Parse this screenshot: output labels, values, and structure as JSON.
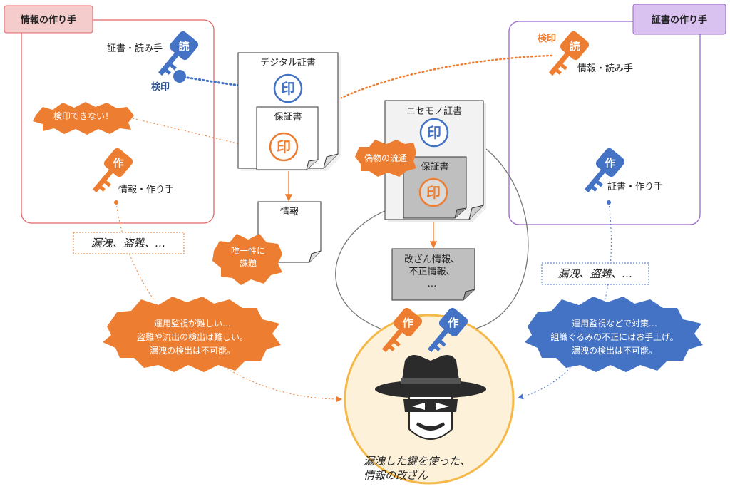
{
  "colors": {
    "orange": "#ED7D31",
    "blue": "#4472C4",
    "purple": "#9966CC",
    "red_border": "#E06666",
    "label_pink": "#F4CCCC",
    "label_lavender": "#D9C2F0",
    "sun": "#FDF1DA",
    "sun_border": "#F5B94A",
    "gray": "#BFBFBF"
  },
  "left_group": {
    "label": "情報の作り手",
    "read_key": {
      "char": "読",
      "label": "証書・読み手",
      "sub": "検印",
      "icon": "blue-key-icon"
    },
    "bubble": "検印できない！",
    "make_key": {
      "char": "作",
      "label": "情報・作り手",
      "icon": "orange-key-icon"
    }
  },
  "right_group": {
    "label": "証書の作り手",
    "read_key": {
      "char": "読",
      "label": "情報・読み手",
      "sub": "検印",
      "icon": "orange-key-icon"
    },
    "make_key": {
      "char": "作",
      "label": "証書・作り手",
      "icon": "blue-key-icon"
    }
  },
  "digital_cert": {
    "title": "デジタル証書",
    "stamp": "印",
    "guarantee_label": "保証書",
    "guarantee_stamp": "印",
    "info_label": "情報",
    "bubble_lines": [
      "唯一性に",
      "課題"
    ]
  },
  "fake_cert": {
    "title": "ニセモノ証書",
    "stamp": "印",
    "guarantee_label": "保証書",
    "guarantee_stamp": "印",
    "bubble": "偽物の流通",
    "tampered_lines": [
      "改ざん情報、",
      "不正情報、",
      "…"
    ]
  },
  "left_leak_label": "漏洩、盗難、…",
  "right_leak_label": "漏洩、盗難、…",
  "left_warning_lines": [
    "運用監視が難しい…",
    "盗難や流出の検出は難しい。",
    "漏洩の検出は不可能。"
  ],
  "right_warning_lines": [
    "運用監視などで対策…",
    "組織ぐるみの不正にはお手上げ。",
    "漏洩の検出は不可能。"
  ],
  "attacker": {
    "key_orange": "作",
    "key_blue": "作",
    "caption_lines": [
      "漏洩した鍵を使った、",
      "情報の改ざん"
    ],
    "icon": "hacker-icon"
  }
}
